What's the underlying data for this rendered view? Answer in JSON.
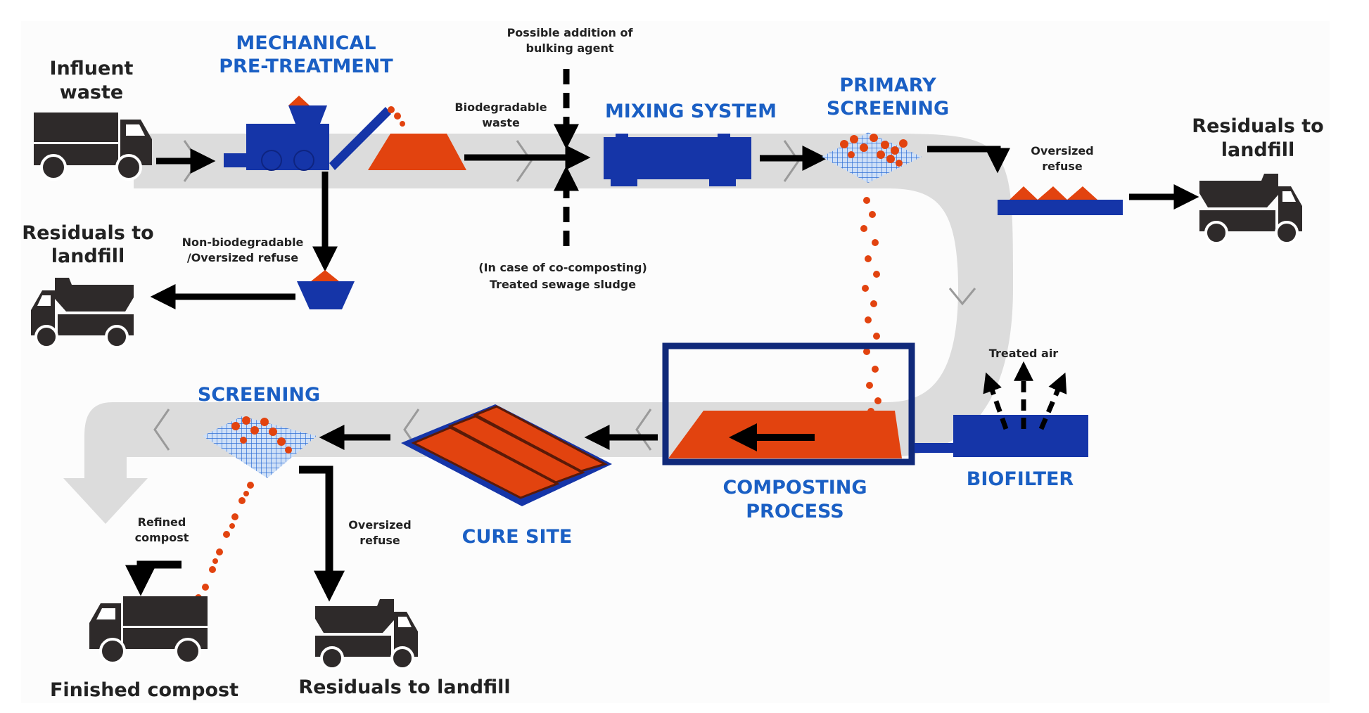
{
  "diagram": {
    "title": "Composting plant process flow",
    "colors": {
      "stage_title": "#1a5fc4",
      "equipment_blue": "#1535a8",
      "compost_orange": "#e2430f",
      "truck_dark": "#2e2a2a",
      "flow_band": "#dcdcdc",
      "arrow": "#000000"
    },
    "stages": {
      "mechanical_pretreatment": [
        "MECHANICAL",
        "PRE-TREATMENT"
      ],
      "mixing_system": "MIXING SYSTEM",
      "primary_screening": [
        "PRIMARY",
        "SCREENING"
      ],
      "composting_process": [
        "COMPOSTING",
        "PROCESS"
      ],
      "biofilter": "BIOFILTER",
      "cure_site": "CURE SITE",
      "screening": "SCREENING"
    },
    "labels": {
      "influent_waste": [
        "Influent",
        "waste"
      ],
      "residuals_top_right": [
        "Residuals to",
        "landfill"
      ],
      "residuals_left": [
        "Residuals to",
        "landfill"
      ],
      "non_biodegradable": [
        "Non-biodegradable",
        "/Oversized refuse"
      ],
      "biodegradable_waste": [
        "Biodegradable",
        "waste"
      ],
      "bulking_agent": [
        "Possible addition of",
        "bulking agent"
      ],
      "sewage_sludge": [
        "(In case of co-composting)",
        "Treated sewage sludge"
      ],
      "oversized_refuse_primary": [
        "Oversized",
        "refuse"
      ],
      "treated_air": "Treated air",
      "refined_compost": [
        "Refined",
        "compost"
      ],
      "oversized_refuse_final": [
        "Oversized",
        "refuse"
      ],
      "finished_compost": "Finished compost",
      "residuals_bottom": "Residuals to landfill"
    },
    "icons": {
      "influent_truck": "box-truck-icon",
      "residual_trucks": "dump-truck-icon",
      "shredder": "shredder-machine-icon",
      "mixer": "rotary-drum-mixer-icon",
      "screen": "mesh-screen-icon",
      "windrows": "windrow-pile-icon",
      "biofilter": "biofilter-box-icon"
    }
  }
}
